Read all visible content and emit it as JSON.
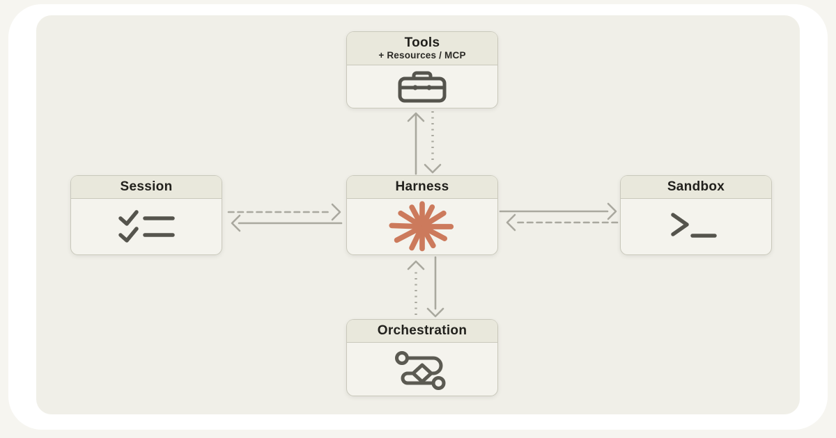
{
  "page": {
    "background": "#f6f5f0",
    "frame_color": "#ffffff",
    "canvas_color": "#f0efe8"
  },
  "colors": {
    "box_body": "#f4f3ed",
    "box_header": "#e9e8dc",
    "box_border": "#c9c8bb",
    "title_text": "#21201c",
    "icon_stroke": "#55544d",
    "accent_starburst": "#cc7a5c",
    "arrow": "#a9a89e"
  },
  "nodes": [
    {
      "id": "tools",
      "title": "Tools",
      "subtitle": "+ Resources / MCP",
      "icon": "toolbox-icon"
    },
    {
      "id": "session",
      "title": "Session",
      "icon": "checklist-icon"
    },
    {
      "id": "harness",
      "title": "Harness",
      "icon": "starburst-icon"
    },
    {
      "id": "sandbox",
      "title": "Sandbox",
      "icon": "terminal-prompt-icon"
    },
    {
      "id": "orchestration",
      "title": "Orchestration",
      "icon": "workflow-icon"
    }
  ],
  "edges": [
    {
      "from": "harness",
      "to": "tools",
      "style": "solid"
    },
    {
      "from": "tools",
      "to": "harness",
      "style": "dotted"
    },
    {
      "from": "session",
      "to": "harness",
      "style": "dashed"
    },
    {
      "from": "harness",
      "to": "session",
      "style": "solid"
    },
    {
      "from": "harness",
      "to": "sandbox",
      "style": "solid"
    },
    {
      "from": "sandbox",
      "to": "harness",
      "style": "dashed"
    },
    {
      "from": "orchestration",
      "to": "harness",
      "style": "dotted"
    },
    {
      "from": "harness",
      "to": "orchestration",
      "style": "solid"
    }
  ]
}
